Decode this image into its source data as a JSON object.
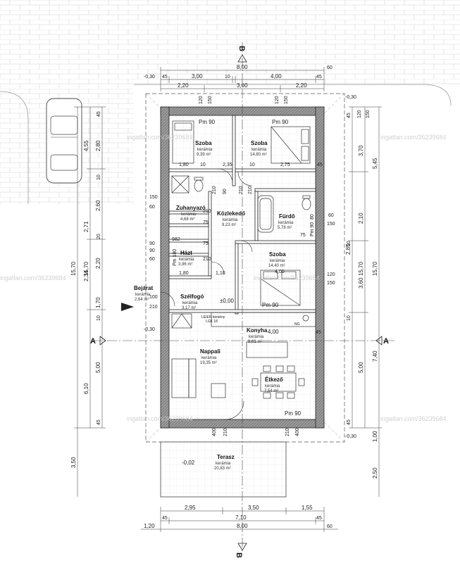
{
  "watermark": "ingatlan.com/36239684",
  "section_axes": {
    "top": "B",
    "bottom": "B",
    "left": "A",
    "right": "A"
  },
  "top_dims": {
    "overall": "8,00",
    "left_offset": "-0,30",
    "right_offset": "60",
    "row2": [
      "45",
      "3,00",
      "10",
      "4,00",
      "45"
    ],
    "row3": [
      "2,20",
      "3,60",
      "2,20"
    ],
    "corner": "-0,30"
  },
  "bottom_dims": {
    "row1": [
      "2,95",
      "7,10",
      "3,50",
      "1,55"
    ],
    "row2": [
      "45",
      "45"
    ],
    "row3": [
      "1,20",
      "8,00",
      "60"
    ]
  },
  "left_dims": {
    "outer": "15,70",
    "outer2": "15,70",
    "terrace": "3,50",
    "col1": [
      "2,80",
      "4,55",
      "2,60",
      "2,71",
      "2,20",
      "2,34",
      "1,70",
      "5,00",
      "6,10"
    ],
    "small": [
      "45",
      "10",
      "150",
      "60",
      "20",
      "90",
      "60",
      "10",
      "45",
      "45"
    ]
  },
  "right_dims": {
    "outer": "15,70",
    "outer2": "15,70",
    "col1": [
      "3,70",
      "5,45",
      "2,10",
      "2,85",
      "3,60",
      "7,40",
      "5,00",
      "1,00",
      "2,50"
    ],
    "small": [
      "45",
      "120",
      "150",
      "60",
      "150",
      "20",
      "120",
      "150",
      "10",
      "45"
    ],
    "corner": "-0,30"
  },
  "interior_dims": [
    "120",
    "150",
    "120",
    "150",
    "1,80",
    "10",
    "2,35",
    "10",
    "2,75",
    "45",
    "210",
    "210",
    "90",
    "210",
    "1,80",
    "1,10",
    "4,00",
    "100",
    "210",
    "75",
    "90",
    "80",
    "75",
    "210",
    "75",
    "210",
    "400",
    "210",
    "210",
    "400"
  ],
  "rooms": [
    {
      "name": "Szoba",
      "material": "kerámia",
      "area": "9,39 m²"
    },
    {
      "name": "Szoba",
      "material": "kerámia",
      "area": "14,80 m²"
    },
    {
      "name": "Zuhanyazó",
      "material": "kerámia",
      "area": "4,68 m²"
    },
    {
      "name": "Közlekedő",
      "material": "kerámia",
      "area": "9,23 m²"
    },
    {
      "name": "Fürdő",
      "material": "kerámia",
      "area": "5,78 m²"
    },
    {
      "name": "Házt",
      "material": "kerámia",
      "area": "3,96 m²"
    },
    {
      "name": "Szoba",
      "material": "kerámia",
      "area": "14,40 m²"
    },
    {
      "name": "Bejárat",
      "material": "kerámia",
      "area": "2,64 m²"
    },
    {
      "name": "Szélfogó",
      "material": "kerámia",
      "area": "3,17 m²"
    },
    {
      "name": "Konyha",
      "material": "kerámia",
      "area": "8,61 m²"
    },
    {
      "name": "Nappali",
      "material": "kerámia",
      "area": "19,35 m²"
    },
    {
      "name": "Étkező",
      "material": "kerámia",
      "area": "7,54 m²"
    },
    {
      "name": "Terasz",
      "material": "kerámia",
      "area": "20,83 m²"
    }
  ],
  "labels": {
    "pm90_a": "Pm 90",
    "pm90_b": "Pm 90",
    "pm90_c": "Pm 90",
    "pm90_d": "Pm 90",
    "pm90_e": "Pm 90",
    "pm180": "Pm 180",
    "level_zero": "±0,00",
    "level_terrace": "-0,02",
    "level_entry": "-0,30",
    "kitchen_len": "4,00",
    "kitchen_45": "45",
    "ng": "NG",
    "kazan": "LEIER kémény",
    "kazan2": "LGK 18",
    "x982": "982",
    "door_100": "100",
    "door_210": "210"
  }
}
